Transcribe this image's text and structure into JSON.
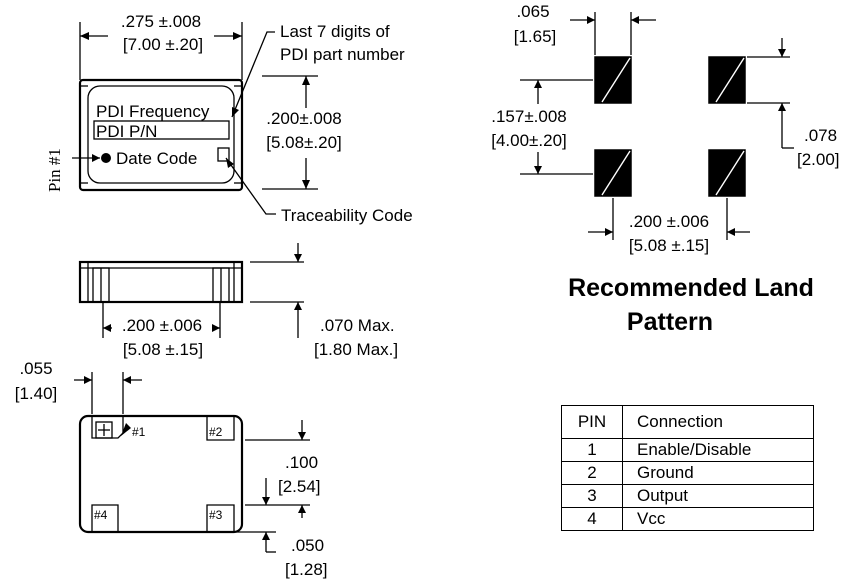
{
  "top_view": {
    "width_dim": ".275 ±.008",
    "width_dim_mm": "[7.00 ±.20]",
    "height_dim": ".200±.008",
    "height_dim_mm": "[5.08±.20]",
    "line1": "PDI Frequency",
    "line2": "PDI P/N",
    "line3": "Date Code",
    "pin1_label": "Pin #1",
    "callout_part_line1": "Last 7 digits of",
    "callout_part_line2": "PDI part number",
    "callout_trace": "Traceability Code"
  },
  "side_view": {
    "spacing_dim": ".200 ±.006",
    "spacing_dim_mm": "[5.08 ±.15]",
    "height_dim": ".070 Max.",
    "height_dim_mm": "[1.80 Max.]"
  },
  "bottom_view": {
    "pad_width_dim": ".055",
    "pad_width_dim_mm": "[1.40]",
    "pad_pitch_dim": ".100",
    "pad_pitch_dim_mm": "[2.54]",
    "pad_height_dim": ".050",
    "pad_height_dim_mm": "[1.28]",
    "pins": [
      "#1",
      "#2",
      "#3",
      "#4"
    ]
  },
  "land_pattern": {
    "pad_width_dim": ".065",
    "pad_width_dim_mm": "[1.65]",
    "vertical_dim": ".157±.008",
    "vertical_dim_mm": "[4.00±.20]",
    "pad_height_dim": ".078",
    "pad_height_dim_mm": "[2.00]",
    "horizontal_dim": ".200 ±.006",
    "horizontal_dim_mm": "[5.08 ±.15]",
    "title_line1": "Recommended Land",
    "title_line2": "Pattern"
  },
  "pin_table": {
    "headers": [
      "PIN",
      "Connection"
    ],
    "rows": [
      [
        "1",
        "Enable/Disable"
      ],
      [
        "2",
        "Ground"
      ],
      [
        "3",
        "Output"
      ],
      [
        "4",
        "Vcc"
      ]
    ]
  }
}
